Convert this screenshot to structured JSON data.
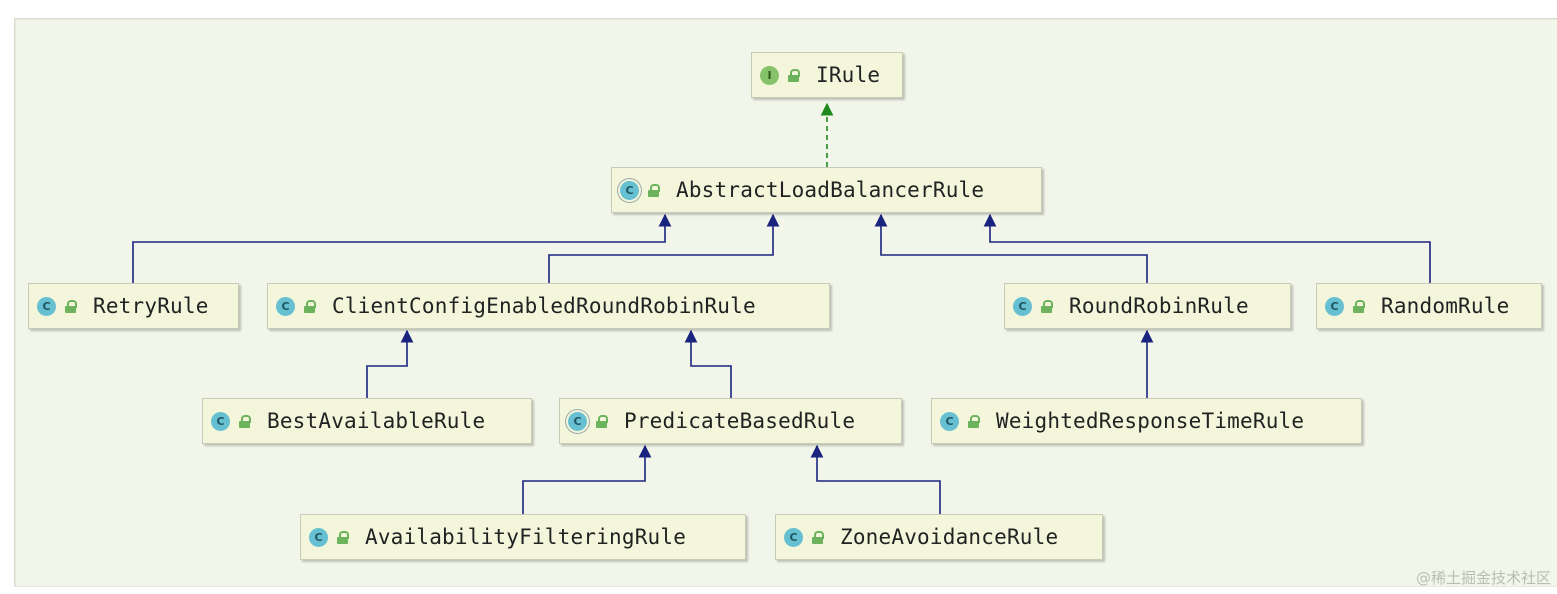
{
  "diagram": {
    "nodes": [
      {
        "id": "irule",
        "label": "IRule",
        "kind": "I",
        "kind_type": "interface"
      },
      {
        "id": "abstract",
        "label": "AbstractLoadBalancerRule",
        "kind": "C",
        "kind_type": "abstract"
      },
      {
        "id": "retry",
        "label": "RetryRule",
        "kind": "C",
        "kind_type": "class"
      },
      {
        "id": "clientconfig",
        "label": "ClientConfigEnabledRoundRobinRule",
        "kind": "C",
        "kind_type": "class"
      },
      {
        "id": "roundrobin",
        "label": "RoundRobinRule",
        "kind": "C",
        "kind_type": "class"
      },
      {
        "id": "random",
        "label": "RandomRule",
        "kind": "C",
        "kind_type": "class"
      },
      {
        "id": "bestavailable",
        "label": "BestAvailableRule",
        "kind": "C",
        "kind_type": "class"
      },
      {
        "id": "predicate",
        "label": "PredicateBasedRule",
        "kind": "C",
        "kind_type": "abstract"
      },
      {
        "id": "weighted",
        "label": "WeightedResponseTimeRule",
        "kind": "C",
        "kind_type": "class"
      },
      {
        "id": "availability",
        "label": "AvailabilityFilteringRule",
        "kind": "C",
        "kind_type": "class"
      },
      {
        "id": "zone",
        "label": "ZoneAvoidanceRule",
        "kind": "C",
        "kind_type": "class"
      }
    ],
    "edges": [
      {
        "from": "abstract",
        "to": "irule",
        "relation": "implements"
      },
      {
        "from": "retry",
        "to": "abstract",
        "relation": "extends"
      },
      {
        "from": "clientconfig",
        "to": "abstract",
        "relation": "extends"
      },
      {
        "from": "roundrobin",
        "to": "abstract",
        "relation": "extends"
      },
      {
        "from": "random",
        "to": "abstract",
        "relation": "extends"
      },
      {
        "from": "bestavailable",
        "to": "clientconfig",
        "relation": "extends"
      },
      {
        "from": "predicate",
        "to": "clientconfig",
        "relation": "extends"
      },
      {
        "from": "weighted",
        "to": "roundrobin",
        "relation": "extends"
      },
      {
        "from": "availability",
        "to": "predicate",
        "relation": "extends"
      },
      {
        "from": "zone",
        "to": "predicate",
        "relation": "extends"
      }
    ],
    "colors": {
      "extends": "#1a237e",
      "implements": "#1e8a1e",
      "node_fill": "#f4f6dc",
      "background": "#f2f6ea"
    }
  },
  "watermark": "@稀土掘金技术社区"
}
